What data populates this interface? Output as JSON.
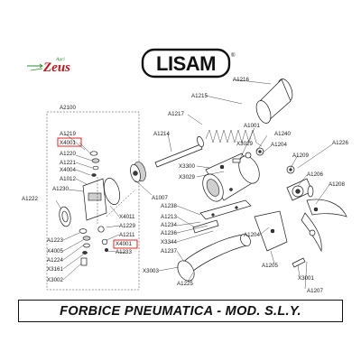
{
  "logo_zeus": {
    "top": "Agri",
    "name": "Zeus"
  },
  "logo_lisam": {
    "name": "LISAM",
    "mark": "®"
  },
  "title": "FORBICE PNEUMATICA - MOD. S.L.Y.",
  "colors": {
    "highlight": "#e01010",
    "zeus_red": "#c0161a",
    "zeus_green": "#2f8a2f",
    "ink": "#1a1a1a"
  },
  "labels": [
    "A1216",
    "A1215",
    "A1217",
    "A1214",
    "A1001",
    "A1240",
    "X3029",
    "A1204",
    "A1226",
    "A1209",
    "A1206",
    "A1208",
    "X3300",
    "X3029",
    "A2100",
    "A1219",
    "X4001",
    "A1220",
    "A1221",
    "X4004",
    "A1012",
    "A1230",
    "A1222",
    "A1007",
    "A1238",
    "A1213",
    "A1234",
    "A1236",
    "X3344",
    "A1237",
    "A1204",
    "A1207",
    "A1205",
    "X3001",
    "X3003",
    "A1225",
    "X4011",
    "A1229",
    "A1211",
    "X4001",
    "A1233",
    "A1223",
    "X4005",
    "A1224",
    "X3161",
    "X3002"
  ]
}
